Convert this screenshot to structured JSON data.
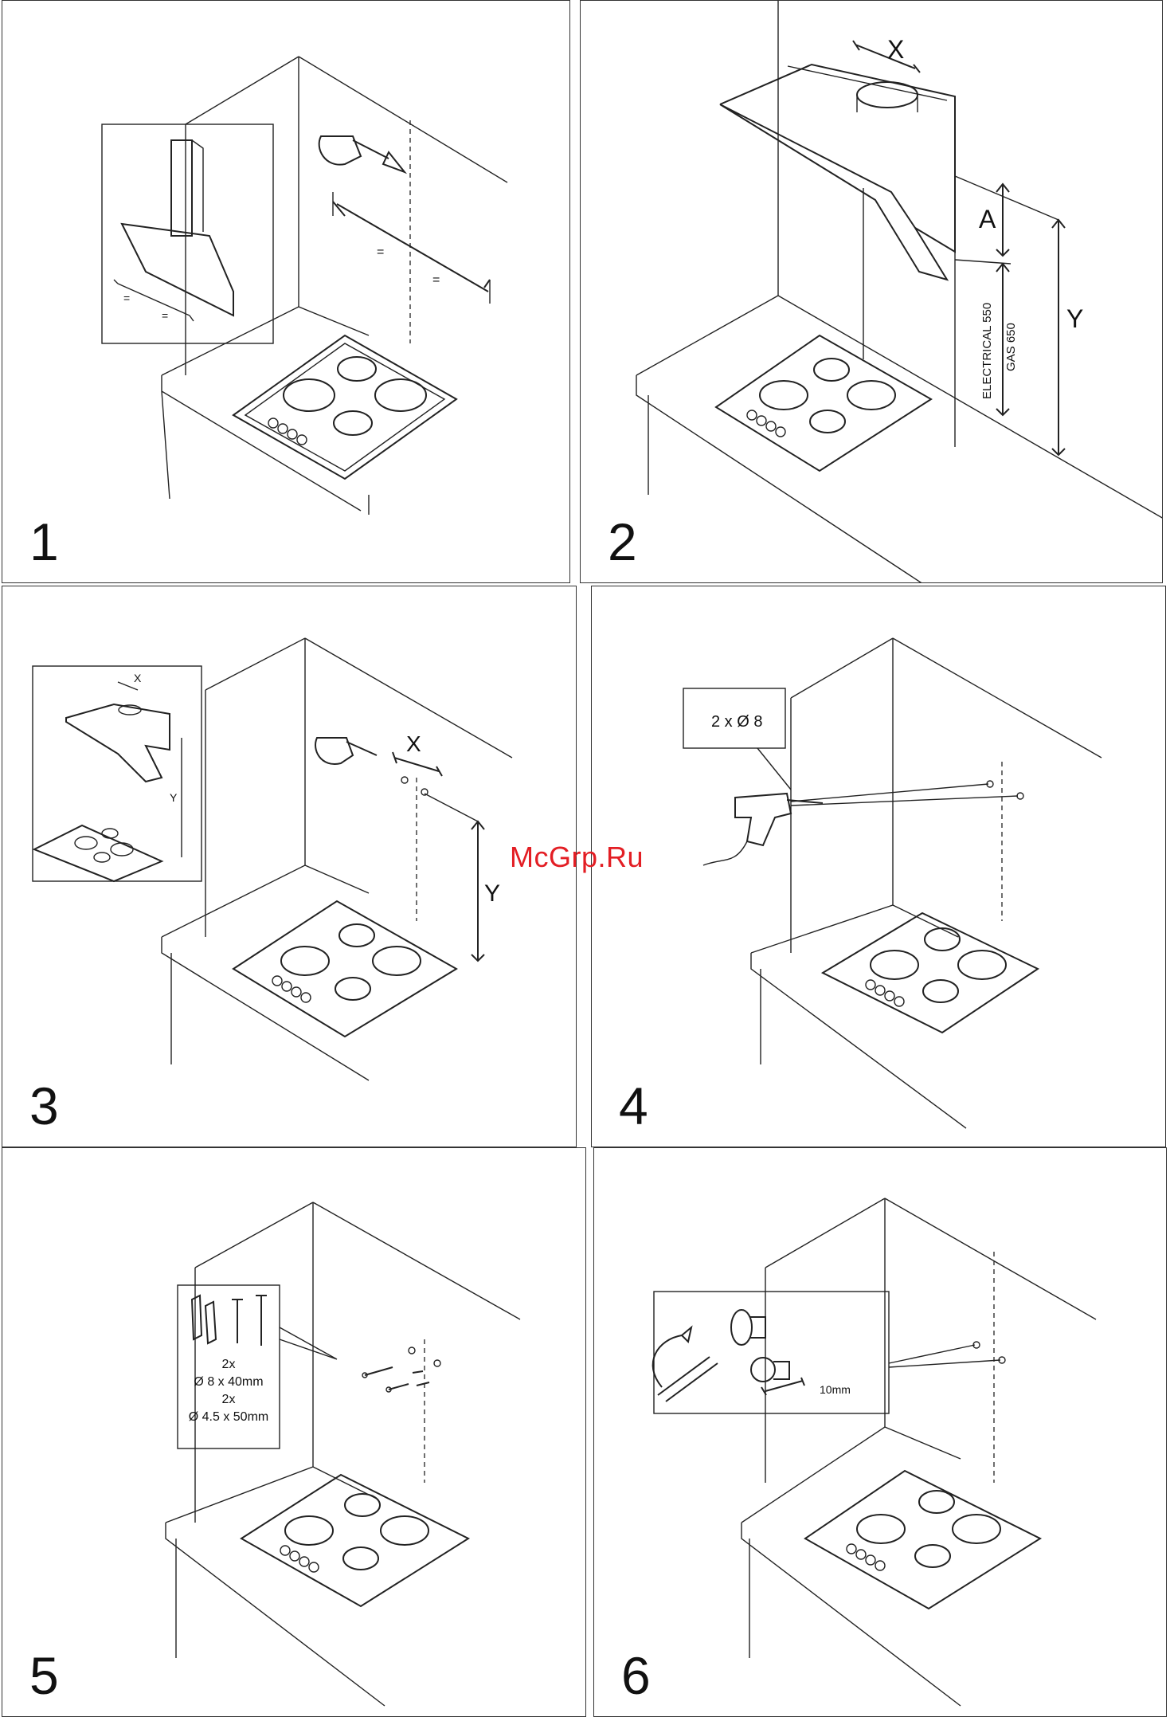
{
  "panels": [
    {
      "number": "1",
      "labels": {}
    },
    {
      "number": "2",
      "labels": {
        "x": "X",
        "a": "A",
        "y": "Y",
        "electrical": "ELECTRICAL 550",
        "gas": "GAS 650"
      }
    },
    {
      "number": "3",
      "labels": {
        "x": "X",
        "y": "Y",
        "inset_x": "X",
        "inset_y": "Y"
      }
    },
    {
      "number": "4",
      "labels": {
        "drill_note": "2 x Ø 8"
      }
    },
    {
      "number": "5",
      "labels": {
        "qty1": "2x",
        "plug_size": "Ø 8 x 40mm",
        "qty2": "2x",
        "screw_size": "Ø 4.5 x 50mm"
      }
    },
    {
      "number": "6",
      "labels": {
        "gap": "10mm"
      }
    }
  ],
  "watermark": "McGrp.Ru",
  "colors": {
    "line": "#222222",
    "watermark": "#e31e24"
  }
}
